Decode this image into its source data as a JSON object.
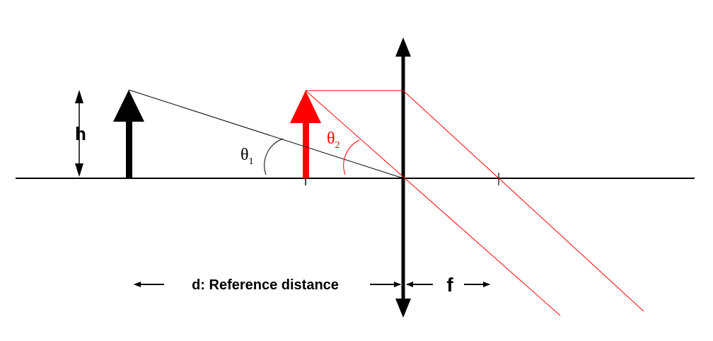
{
  "colors": {
    "ink": "#000000",
    "red": "#ff0000"
  },
  "labels": {
    "height": "h",
    "theta1_symbol": "θ",
    "theta1_sub": "1",
    "theta2_symbol": "θ",
    "theta2_sub": "2",
    "reference_distance": "d: Reference distance",
    "focal_length": "f"
  }
}
